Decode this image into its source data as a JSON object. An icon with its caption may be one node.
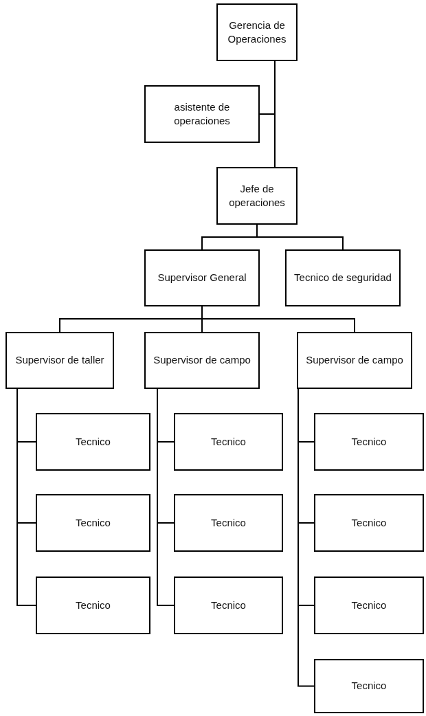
{
  "diagram": {
    "nodes": [
      {
        "text": [
          "Gerencia de Operaciones"
        ]
      },
      {
        "text": [
          "asistente de operaciones"
        ]
      },
      {
        "text": [
          "Jefe de operaciones"
        ]
      },
      {
        "text": [
          "Supervisor General"
        ]
      },
      {
        "text": [
          "Tecnico de seguridad"
        ]
      },
      {
        "text": [
          "Supervisor de taller"
        ]
      },
      {
        "text": [
          "Supervisor de campo"
        ]
      },
      {
        "text": [
          "Supervisor de campo"
        ]
      },
      {
        "text": [
          "Tecnico"
        ]
      },
      {
        "text": [
          "Tecnico"
        ]
      },
      {
        "text": [
          "Tecnico"
        ]
      },
      {
        "text": [
          "Tecnico"
        ]
      },
      {
        "text": [
          "Tecnico"
        ]
      },
      {
        "text": [
          "Tecnico"
        ]
      },
      {
        "text": [
          "Tecnico"
        ]
      },
      {
        "text": [
          "Tecnico"
        ]
      },
      {
        "text": [
          "Tecnico"
        ]
      },
      {
        "text": [
          "Tecnico"
        ]
      }
    ],
    "edges": [
      {
        "from": 0,
        "to": 1,
        "arrow": "none"
      },
      {
        "from": 0,
        "to": 2,
        "arrow": "none"
      },
      {
        "from": 2,
        "to": 3,
        "arrow": "none"
      },
      {
        "from": 2,
        "to": 4,
        "arrow": "none"
      },
      {
        "from": 3,
        "to": 5,
        "arrow": "none"
      },
      {
        "from": 3,
        "to": 6,
        "arrow": "none"
      },
      {
        "from": 3,
        "to": 7,
        "arrow": "none"
      },
      {
        "from": 5,
        "to": 8,
        "arrow": "none"
      },
      {
        "from": 5,
        "to": 9,
        "arrow": "none"
      },
      {
        "from": 5,
        "to": 10,
        "arrow": "none"
      },
      {
        "from": 6,
        "to": 11,
        "arrow": "none"
      },
      {
        "from": 6,
        "to": 12,
        "arrow": "none"
      },
      {
        "from": 6,
        "to": 13,
        "arrow": "none"
      },
      {
        "from": 7,
        "to": 14,
        "arrow": "none"
      },
      {
        "from": 7,
        "to": 15,
        "arrow": "none"
      },
      {
        "from": 7,
        "to": 16,
        "arrow": "none"
      },
      {
        "from": 7,
        "to": 17,
        "arrow": "none"
      }
    ]
  }
}
